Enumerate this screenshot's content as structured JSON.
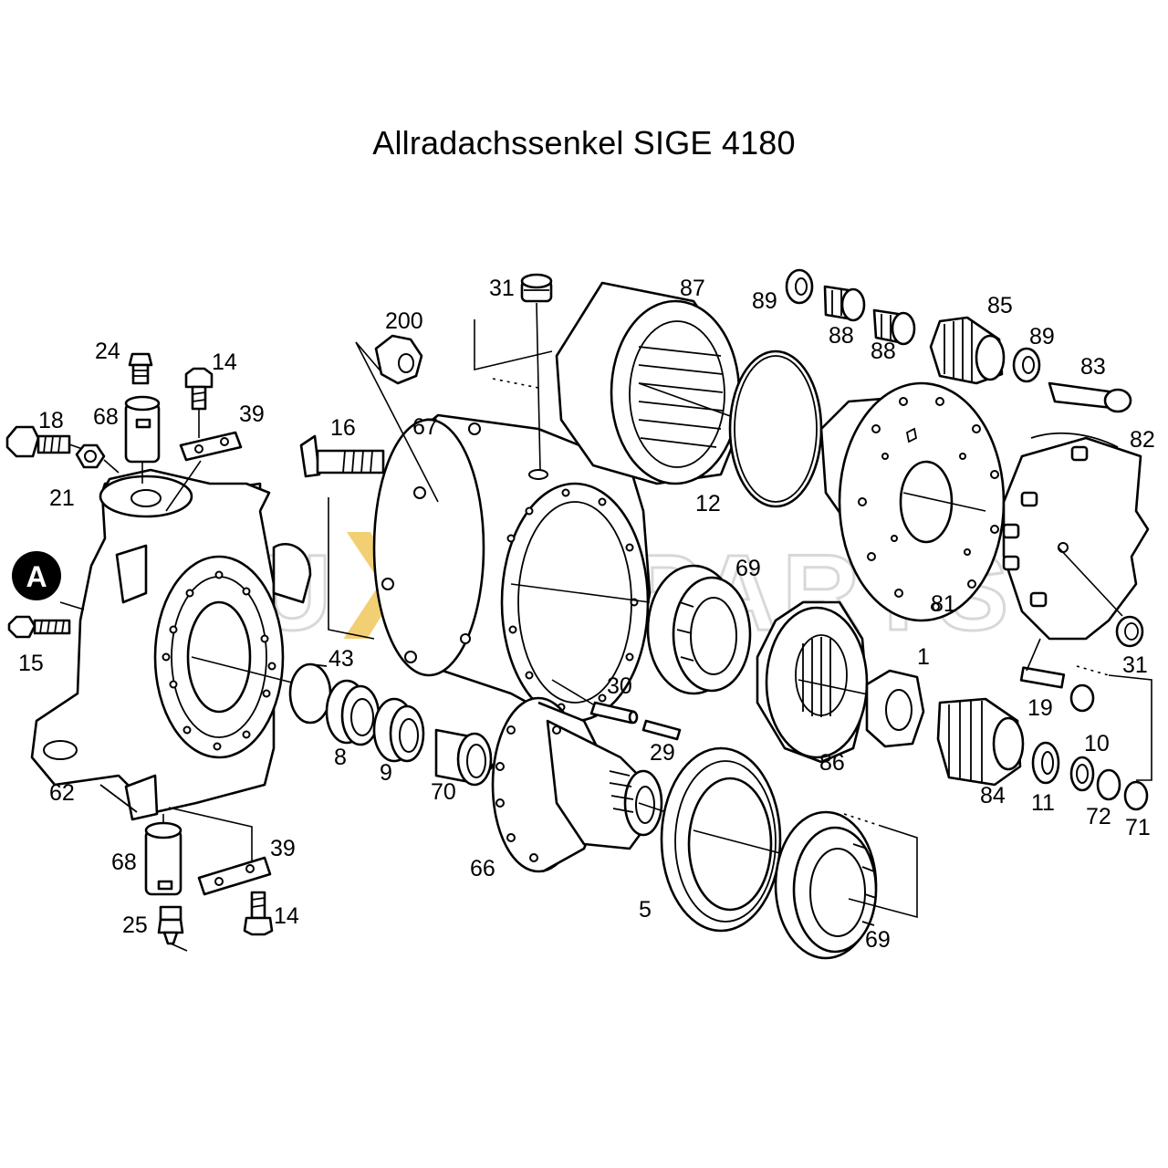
{
  "title": "Allradachssenkel SIGE 4180",
  "watermark": {
    "left": "FU",
    "center": "XX",
    "right": "PARTS",
    "accent_color": "#f2c75c"
  },
  "badge": {
    "letter": "A",
    "color": "#000000"
  },
  "labels": {
    "p1": "1",
    "p5": "5",
    "p8": "8",
    "p9": "9",
    "p10": "10",
    "p11": "11",
    "p12": "12",
    "p14a": "14",
    "p14b": "14",
    "p15": "15",
    "p16": "16",
    "p18": "18",
    "p19": "19",
    "p21": "21",
    "p24": "24",
    "p25": "25",
    "p29": "29",
    "p30": "30",
    "p31a": "31",
    "p31b": "31",
    "p39a": "39",
    "p39b": "39",
    "p43": "43",
    "p62": "62",
    "p66": "66",
    "p67": "67",
    "p68a": "68",
    "p68b": "68",
    "p69a": "69",
    "p69b": "69",
    "p70": "70",
    "p71": "71",
    "p72": "72",
    "p81": "81",
    "p82": "82",
    "p83": "83",
    "p84": "84",
    "p85": "85",
    "p86": "86",
    "p87": "87",
    "p88a": "88",
    "p88b": "88",
    "p89a": "89",
    "p89b": "89",
    "p200": "200"
  }
}
